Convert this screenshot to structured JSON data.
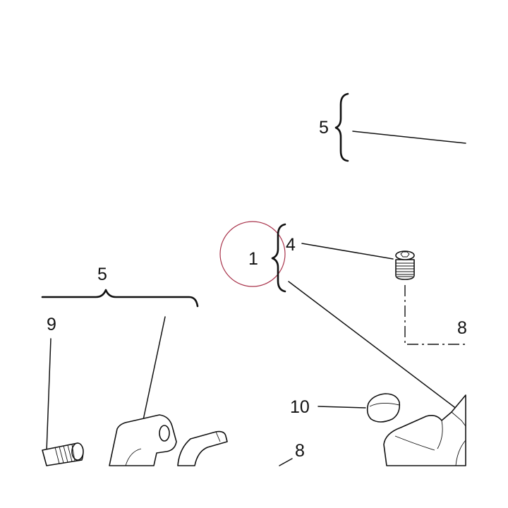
{
  "callouts": {
    "brace_top": "5",
    "group_main": "1",
    "set_screw": "4",
    "brace_left": "5",
    "spring_left": "9",
    "axis_right": "8",
    "cap": "10",
    "bottom_part": "8"
  },
  "colors": {
    "ink": "#111111",
    "highlight_circle": "#a8324a",
    "background": "#ffffff"
  }
}
